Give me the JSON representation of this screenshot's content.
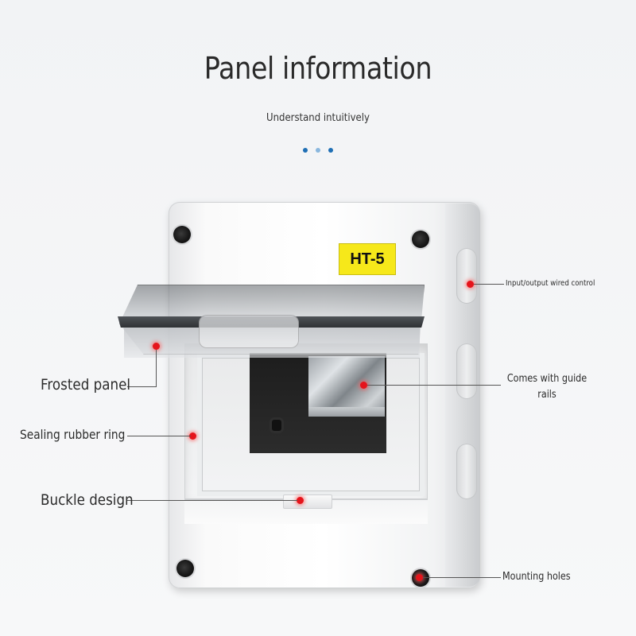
{
  "header": {
    "title": "Panel information",
    "subtitle": "Understand intuitively"
  },
  "product": {
    "model_label": "HT-5"
  },
  "callouts": {
    "frosted_panel": "Frosted panel",
    "sealing_rubber_ring": "Sealing rubber ring",
    "buckle_design": "Buckle design",
    "io_wired_control": "Input/output wired control",
    "guide_rails_line1": "Comes with guide",
    "guide_rails_line2": "rails",
    "mounting_holes": "Mounting holes"
  },
  "colors": {
    "pin": "#e5141b",
    "label_yellow": "#f6e81a",
    "dot_accent": "#1f6fb5"
  }
}
